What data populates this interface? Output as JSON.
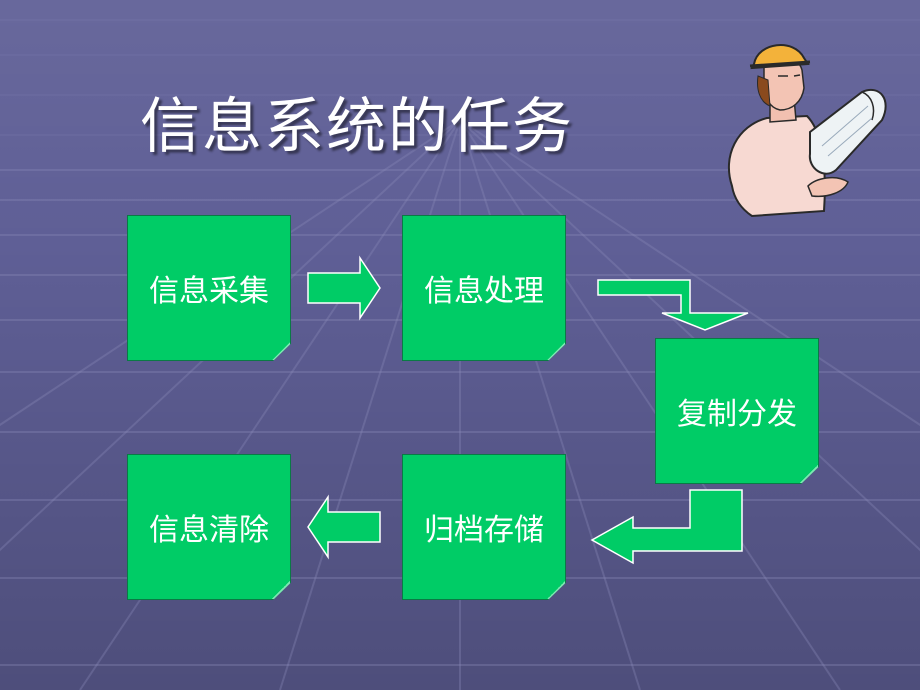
{
  "slide": {
    "title": "信息系统的任务"
  },
  "flow": {
    "steps": [
      "信息采集",
      "信息处理",
      "复制分发",
      "归档存储",
      "信息清除"
    ]
  },
  "colors": {
    "background": "#5f5f96",
    "box_fill": "#00cc66",
    "arrow_fill": "#00cc66",
    "text": "#ffffff"
  },
  "icons": {
    "clipart": "engineer-with-blueprints-icon"
  }
}
